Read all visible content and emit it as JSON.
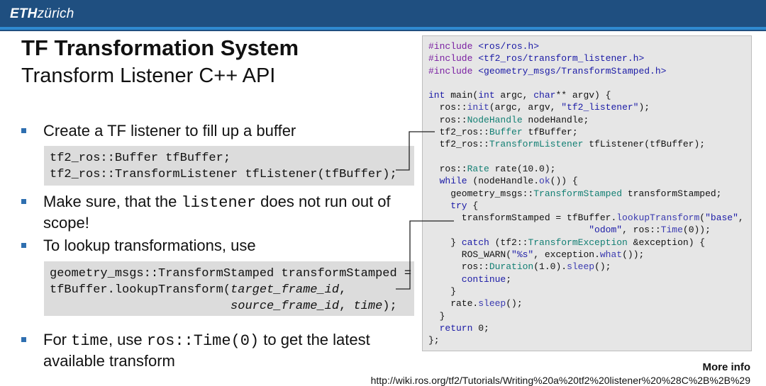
{
  "header": {
    "logo_bold": "ETH",
    "logo_light": "zürich",
    "colors": {
      "bar": "#1f4f80",
      "stripe": "#2f8ad0"
    }
  },
  "slide": {
    "title": "TF Transformation System",
    "subtitle": "Transform Listener C++ API"
  },
  "bullets": [
    {
      "text": "Create a TF listener to fill up a buffer"
    },
    {
      "pre": "Make sure, that the ",
      "code": "listener",
      "post": " does not run out of",
      "line2": "scope!"
    },
    {
      "text": "To lookup transformations, use"
    },
    {
      "pre": "For ",
      "code": "time",
      "mid": ", use ",
      "code2": "ros::Time(0)",
      "post": " to get the latest",
      "line2": "available transform"
    }
  ],
  "snippet1": {
    "line1": "tf2_ros::Buffer tfBuffer;",
    "line2": "tf2_ros::TransformListener tfListener(tfBuffer);"
  },
  "snippet2": {
    "line1": "geometry_msgs::TransformStamped transformStamped =",
    "line2_pre": "tfBuffer.lookupTransform(",
    "line2_arg": "target_frame_id",
    "line2_post": ",",
    "line3_arg1": "source_frame_id",
    "line3_sep": ", ",
    "line3_arg2": "time",
    "line3_post": ");"
  },
  "code": {
    "inc1_kw": "#include ",
    "inc1_file": "<ros/ros.h>",
    "inc2_kw": "#include ",
    "inc2_file": "<tf2_ros/transform_listener.h>",
    "inc3_kw": "#include ",
    "inc3_file": "<geometry_msgs/TransformStamped.h>",
    "main_kw": "int",
    "main_a": " main(",
    "main_kw2": "int",
    "main_b": " argc, ",
    "main_kw3": "char",
    "main_c": "** argv) {",
    "init_a": "  ros::",
    "init_fn": "init",
    "init_b": "(argc, argv, ",
    "init_str": "\"tf2_listener\"",
    "init_c": ");",
    "nh_a": "  ros::",
    "nh_ty": "NodeHandle",
    "nh_b": " nodeHandle;",
    "buf_a": "  tf2_ros::",
    "buf_ty": "Buffer",
    "buf_b": " tfBuffer;",
    "tl_a": "  tf2_ros::",
    "tl_ty": "TransformListener",
    "tl_b": " tfListener(tfBuffer);",
    "rate_a": "  ros::",
    "rate_ty": "Rate",
    "rate_b": " rate(10.0);",
    "while_kw": "  while",
    "while_a": " (nodeHandle.",
    "while_fn": "ok",
    "while_b": "()) {",
    "ts_a": "    geometry_msgs::",
    "ts_ty": "TransformStamped",
    "ts_b": " transformStamped;",
    "try_kw": "    try",
    "try_b": " {",
    "lk_a": "      transformStamped = tfBuffer.",
    "lk_fn": "lookupTransform",
    "lk_b": "(",
    "lk_str": "\"base\"",
    "lk_c": ",",
    "lk2_pad": "                             ",
    "lk2_str": "\"odom\"",
    "lk2_a": ", ros::",
    "lk2_fn": "Time",
    "lk2_b": "(0));",
    "catch_a": "    } ",
    "catch_kw": "catch",
    "catch_b": " (tf2::",
    "catch_ty": "TransformException",
    "catch_c": " &exception) {",
    "warn_a": "      ROS_WARN(",
    "warn_str": "\"%s\"",
    "warn_b": ", exception.",
    "warn_fn": "what",
    "warn_c": "());",
    "dur_a": "      ros::",
    "dur_ty": "Duration",
    "dur_b": "(1.0).",
    "dur_fn": "sleep",
    "dur_c": "();",
    "cont_kw": "      continue",
    "cont_b": ";",
    "close1": "    }",
    "rs_a": "    rate.",
    "rs_fn": "sleep",
    "rs_b": "();",
    "close2": "  }",
    "ret_kw": "  return",
    "ret_b": " 0;",
    "close3": "};"
  },
  "footer": {
    "more_info": "More info",
    "url": "http://wiki.ros.org/tf2/Tutorials/Writing%20a%20tf2%20listener%20%28C%2B%2B%29"
  }
}
